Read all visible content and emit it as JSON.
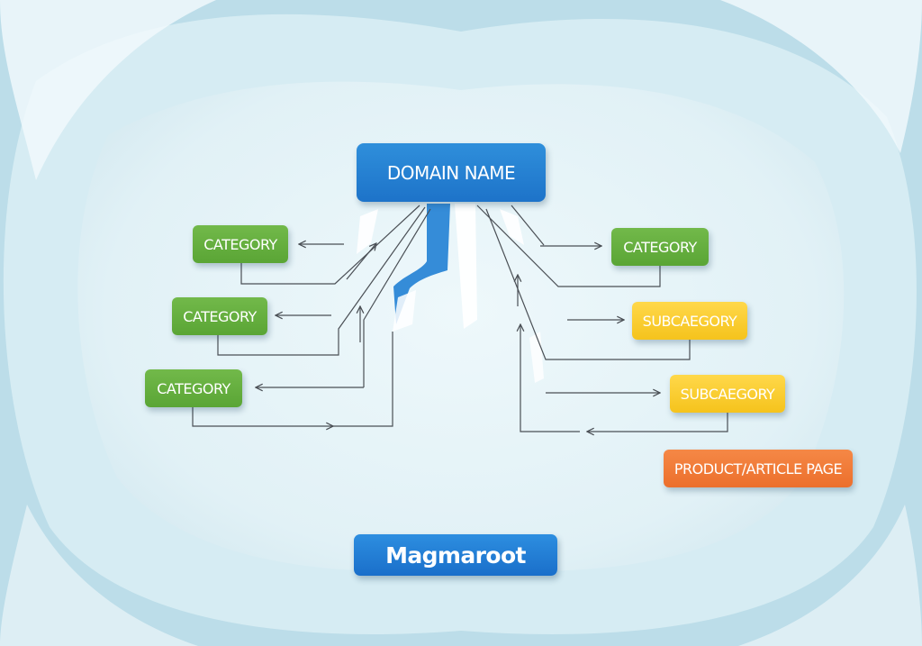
{
  "diagram": {
    "root": {
      "label": "DOMAIN NAME"
    },
    "categories_left": [
      {
        "label": "CATEGORY"
      },
      {
        "label": "CATEGORY"
      },
      {
        "label": "CATEGORY"
      }
    ],
    "category_right": {
      "label": "CATEGORY"
    },
    "subcategories": [
      {
        "label": "SUBCAEGORY"
      },
      {
        "label": "SUBCAEGORY"
      }
    ],
    "product_page": {
      "label": "PRODUCT/ARTICLE PAGE"
    },
    "brand": {
      "label": "Magmaroot"
    }
  },
  "colors": {
    "background": "#dbeef4",
    "domain_blue": "#1f7ad0",
    "category_green": "#64ae3e",
    "subcategory_yellow": "#f9cc2c",
    "product_orange": "#f07a36",
    "connector_line": "#4a4f55"
  }
}
